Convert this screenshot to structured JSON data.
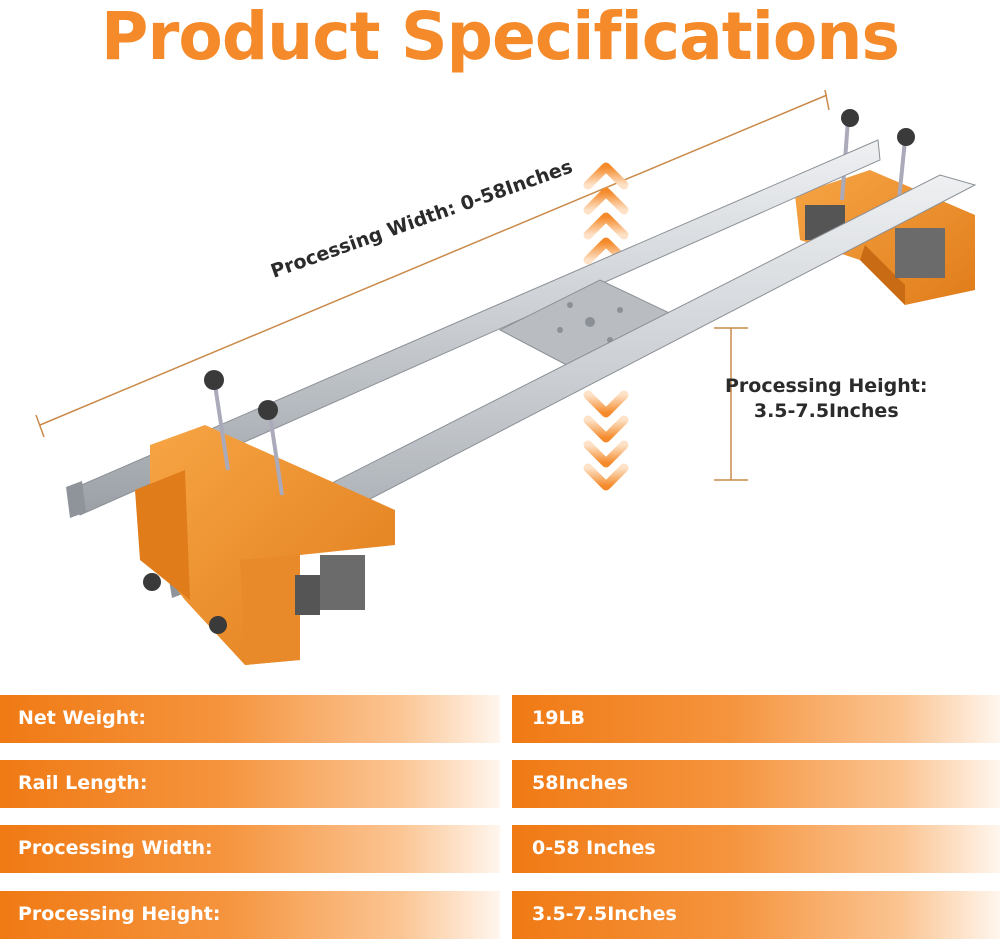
{
  "title": "Product Specifications",
  "dimensions": {
    "width_label": "Processing Width: 0-58Inches",
    "height_label_line1": "Processing Height:",
    "height_label_line2": "3.5-7.5Inches"
  },
  "specs": [
    {
      "label": "Net Weight:",
      "value": "19LB"
    },
    {
      "label": "Rail Length:",
      "value": "58Inches"
    },
    {
      "label": "Processing Width:",
      "value": "0-58 Inches"
    },
    {
      "label": "Processing Height:",
      "value": "3.5-7.5Inches"
    }
  ],
  "colors": {
    "accent": "#f58a2a",
    "rail": "#c8ccd1",
    "bracket": "#f0902a"
  }
}
